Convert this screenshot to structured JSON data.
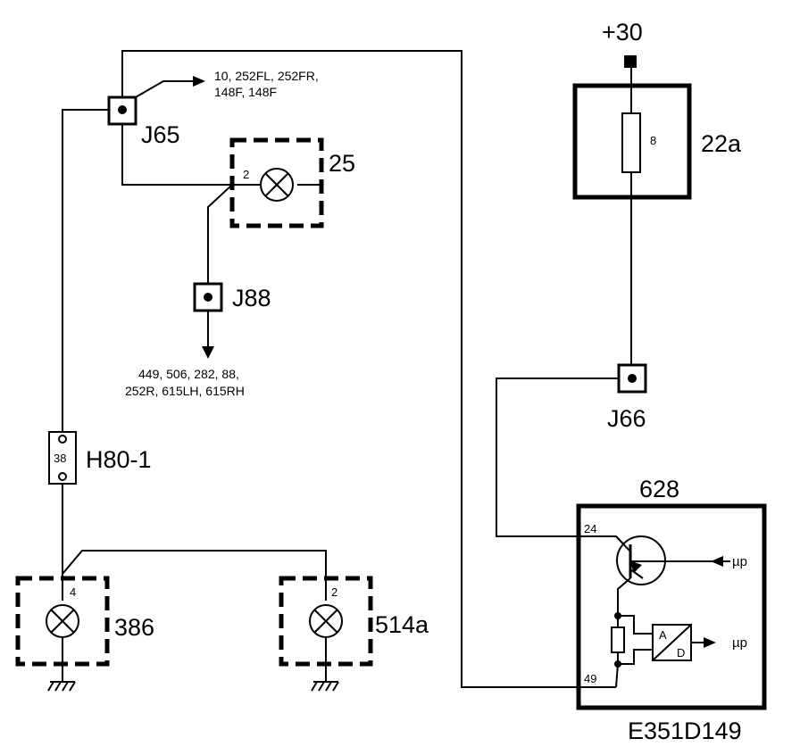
{
  "supply_label": "+30",
  "fuse_box": {
    "ref": "22a",
    "fuse": "8"
  },
  "connectors": {
    "j65": "J65",
    "j65_refs": [
      "10, 252FL, 252FR,",
      "148F, 148F"
    ],
    "j88": "J88",
    "j88_refs": [
      "449, 506, 282, 88,",
      "252R, 615LH, 615RH"
    ],
    "j66": "J66",
    "h80": "H80-1",
    "h80_pin": "38"
  },
  "lamps": [
    {
      "ref": "25",
      "pin": "2"
    },
    {
      "ref": "386",
      "pin": "4"
    },
    {
      "ref": "514a",
      "pin": "2"
    }
  ],
  "module": {
    "ref": "628",
    "pin_in": "24",
    "pin_gnd": "49",
    "adc_a": "A",
    "adc_d": "D",
    "out1": "µp",
    "out2": "µp"
  },
  "drawing_id": "E351D149"
}
